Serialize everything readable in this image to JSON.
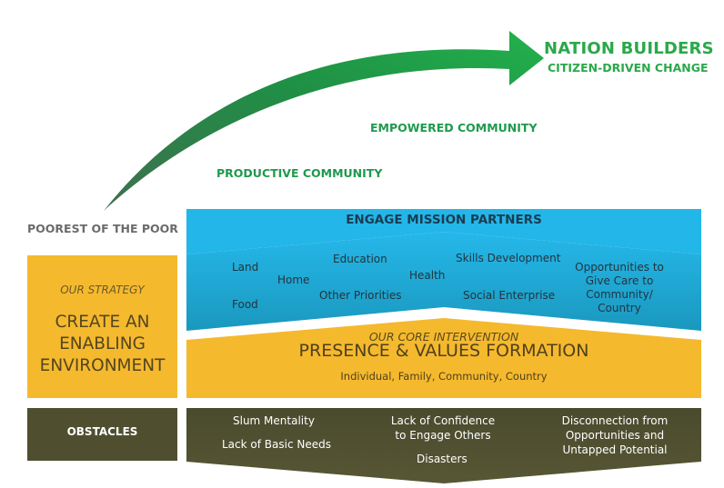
{
  "goal": {
    "title": "NATION BUILDERS",
    "subtitle": "CITIZEN-DRIVEN CHANGE"
  },
  "stages": {
    "empowered": "EMPOWERED COMMUNITY",
    "productive": "PRODUCTIVE COMMUNITY",
    "poorest": "POOREST OF THE POOR"
  },
  "strategy": {
    "label": "OUR STRATEGY",
    "main": "CREATE AN ENABLING ENVIRONMENT"
  },
  "mission": {
    "title": "ENGAGE MISSION PARTNERS",
    "items": {
      "land": "Land",
      "food": "Food",
      "home": "Home",
      "education": "Education",
      "other_priorities": "Other Priorities",
      "health": "Health",
      "skills": "Skills Development",
      "social_enterprise": "Social Enterprise",
      "opportunities": "Opportunities to Give Care to Community/ Country"
    }
  },
  "core": {
    "label": "OUR CORE INTERVENTION",
    "main": "PRESENCE & VALUES FORMATION",
    "sub": "Individual, Family, Community, Country"
  },
  "obstacles": {
    "label": "OBSTACLES",
    "items": {
      "slum": "Slum Mentality",
      "basic_needs": "Lack of Basic Needs",
      "confidence": "Lack of Confidence to Engage Others",
      "disasters": "Disasters",
      "disconnection": "Disconnection from Opportunities and Untapped Potential"
    }
  },
  "colors": {
    "green_dark": "#2e7a47",
    "green_light": "#22b14c",
    "blue_top": "#23b6e8",
    "blue_bottom": "#1a9fc4",
    "yellow": "#f5b92e",
    "olive": "#4f4f30"
  }
}
